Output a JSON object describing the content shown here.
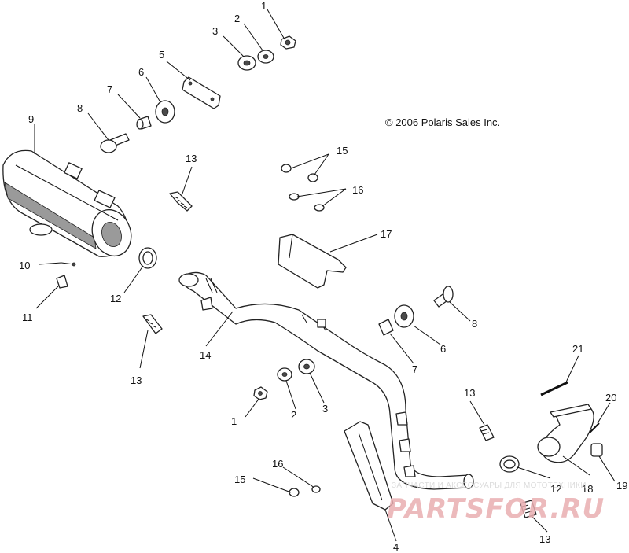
{
  "copyright": "© 2006 Polaris Sales Inc.",
  "watermark": {
    "line1": "ЗАПЧАСТИ И АКСЕССУАРЫ ДЛЯ МОТОТЕХНИКИ",
    "line2": "PARTSFOR.RU",
    "colors": {
      "text": "#e9aeb1",
      "small_text": "#d6d6d6"
    }
  },
  "callouts": [
    {
      "id": "c1a",
      "label": "1"
    },
    {
      "id": "c2a",
      "label": "2"
    },
    {
      "id": "c3a",
      "label": "3"
    },
    {
      "id": "c5",
      "label": "5"
    },
    {
      "id": "c6a",
      "label": "6"
    },
    {
      "id": "c7a",
      "label": "7"
    },
    {
      "id": "c8a",
      "label": "8"
    },
    {
      "id": "c9",
      "label": "9"
    },
    {
      "id": "c10",
      "label": "10"
    },
    {
      "id": "c11",
      "label": "11"
    },
    {
      "id": "c12a",
      "label": "12"
    },
    {
      "id": "c13a",
      "label": "13"
    },
    {
      "id": "c13b",
      "label": "13"
    },
    {
      "id": "c14",
      "label": "14"
    },
    {
      "id": "c15a",
      "label": "15"
    },
    {
      "id": "c16a",
      "label": "16"
    },
    {
      "id": "c17",
      "label": "17"
    },
    {
      "id": "c8b",
      "label": "8"
    },
    {
      "id": "c6b",
      "label": "6"
    },
    {
      "id": "c7b",
      "label": "7"
    },
    {
      "id": "c21",
      "label": "21"
    },
    {
      "id": "c20",
      "label": "20"
    },
    {
      "id": "c1b",
      "label": "1"
    },
    {
      "id": "c2b",
      "label": "2"
    },
    {
      "id": "c3b",
      "label": "3"
    },
    {
      "id": "c13c",
      "label": "13"
    },
    {
      "id": "c16b",
      "label": "16"
    },
    {
      "id": "c15b",
      "label": "15"
    },
    {
      "id": "c12b",
      "label": "12"
    },
    {
      "id": "c18",
      "label": "18"
    },
    {
      "id": "c19",
      "label": "19"
    },
    {
      "id": "c13d",
      "label": "13"
    },
    {
      "id": "c4",
      "label": "4"
    }
  ]
}
